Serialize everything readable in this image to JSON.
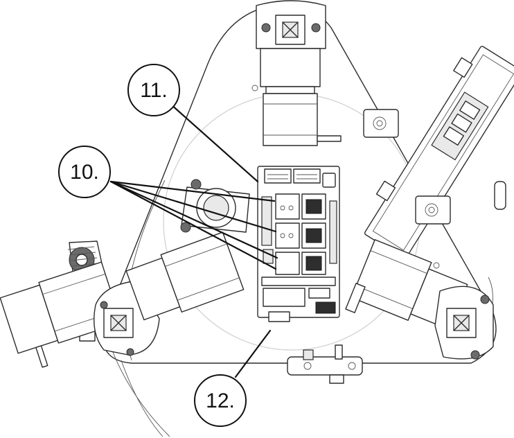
{
  "callouts": {
    "c10": {
      "label": "10."
    },
    "c11": {
      "label": "11."
    },
    "c12": {
      "label": "12."
    }
  },
  "colors": {
    "line": "#2b2b2b",
    "guide_circle": "#cfcfcf",
    "background": "#ffffff"
  },
  "parts": [
    "triangular-base-plate",
    "stepper-motor-top",
    "stepper-motor-left",
    "stepper-motor-right",
    "extruder-gear-assembly",
    "power-supply-unit",
    "controller-board",
    "stepper-driver-modules",
    "spool-bracket"
  ]
}
